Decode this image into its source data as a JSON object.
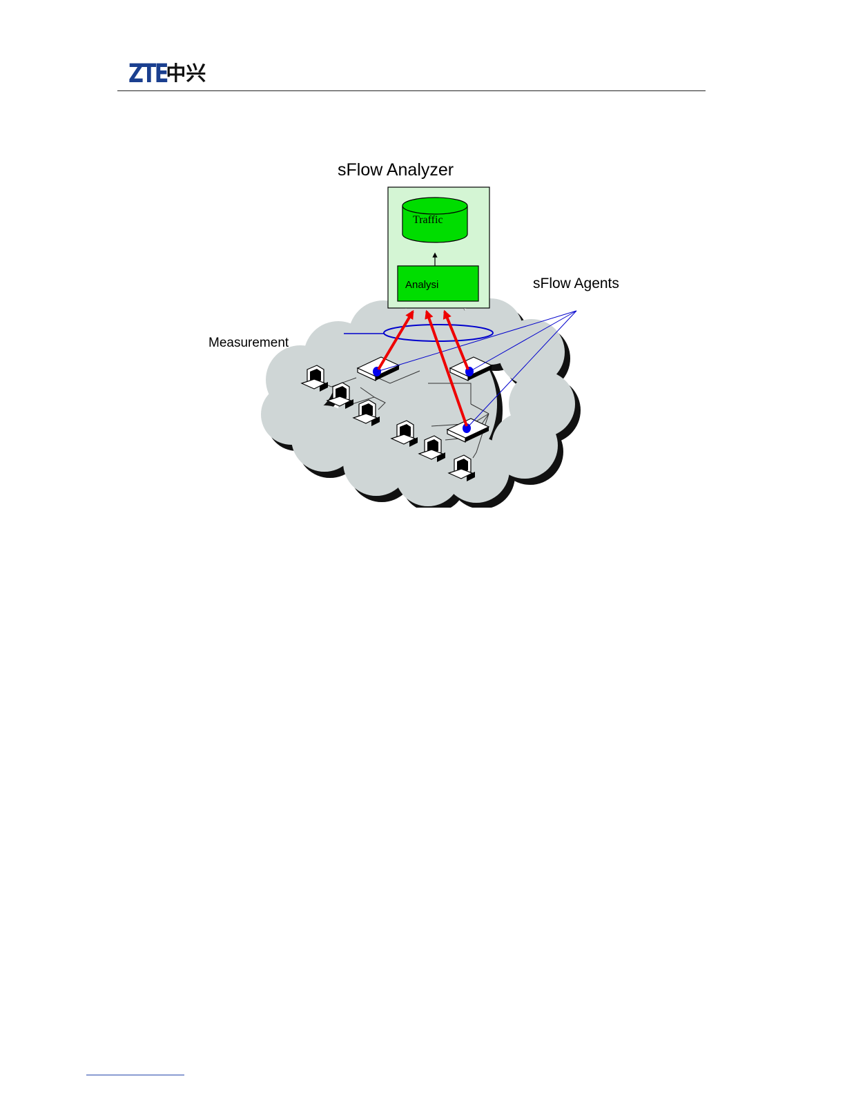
{
  "header": {
    "logo_latin": "ZTE",
    "logo_cjk": "中兴"
  },
  "diagram": {
    "title": "sFlow Analyzer",
    "database_label": "Traffic",
    "analysis_label": "Analysi",
    "agents_label": "sFlow Agents",
    "measurement_label": "Measurement",
    "colors": {
      "analyzer_panel": "#d4f5d4",
      "component_fill": "#00dd00",
      "cloud_fill": "#cfd6d6",
      "cloud_shadow": "#111111",
      "flow_arrow": "#ee0000",
      "agent_dot": "#0000ee",
      "callout_line": "#0000cc"
    }
  }
}
